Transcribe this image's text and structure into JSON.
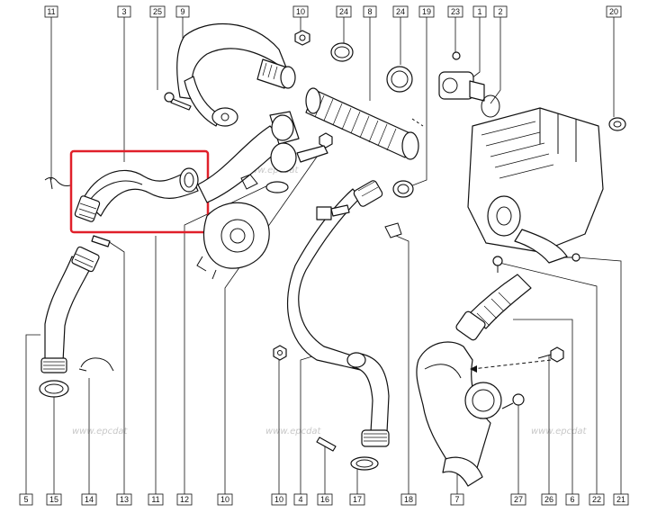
{
  "top_callouts": [
    "11",
    "3",
    "25",
    "9",
    "10",
    "24",
    "8",
    "24",
    "19",
    "23",
    "1",
    "2",
    "20"
  ],
  "bottom_callouts": [
    "5",
    "15",
    "14",
    "13",
    "11",
    "12",
    "10",
    "10",
    "4",
    "16",
    "17",
    "18",
    "7",
    "27",
    "26",
    "6",
    "22",
    "21"
  ],
  "watermark": "www.epcdat",
  "highlight_color": "#e0202a"
}
